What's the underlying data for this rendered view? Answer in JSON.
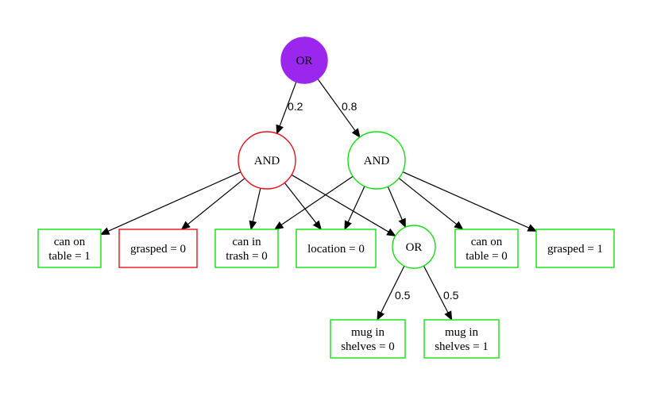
{
  "colors": {
    "purple_fill": "#9b27ee",
    "red_stroke": "#e8101a",
    "green_stroke": "#10e010",
    "edge": "#000000"
  },
  "nodes": {
    "root_or": {
      "lines": [
        "OR"
      ],
      "shape": "circle",
      "style": "purple"
    },
    "and_left": {
      "lines": [
        "AND"
      ],
      "shape": "circle",
      "style": "red"
    },
    "and_right": {
      "lines": [
        "AND"
      ],
      "shape": "circle",
      "style": "green"
    },
    "or_mid": {
      "lines": [
        "OR"
      ],
      "shape": "circle",
      "style": "green"
    },
    "can_on_table_1": {
      "lines": [
        "can on",
        "table = 1"
      ],
      "shape": "box",
      "style": "green"
    },
    "grasped_0": {
      "lines": [
        "grasped = 0"
      ],
      "shape": "box",
      "style": "red"
    },
    "can_in_trash_0": {
      "lines": [
        "can in",
        "trash = 0"
      ],
      "shape": "box",
      "style": "green"
    },
    "location_0": {
      "lines": [
        "location = 0"
      ],
      "shape": "box",
      "style": "green"
    },
    "can_on_table_0": {
      "lines": [
        "can on",
        "table = 0"
      ],
      "shape": "box",
      "style": "green"
    },
    "grasped_1": {
      "lines": [
        "grasped = 1"
      ],
      "shape": "box",
      "style": "green"
    },
    "mug_in_shelves_0": {
      "lines": [
        "mug in",
        "shelves = 0"
      ],
      "shape": "box",
      "style": "green"
    },
    "mug_in_shelves_1": {
      "lines": [
        "mug in",
        "shelves = 1"
      ],
      "shape": "box",
      "style": "green"
    }
  },
  "edges": [
    {
      "from": "root_or",
      "to": "and_left",
      "label": "0.2"
    },
    {
      "from": "root_or",
      "to": "and_right",
      "label": "0.8"
    },
    {
      "from": "and_left",
      "to": "can_on_table_1",
      "label": ""
    },
    {
      "from": "and_left",
      "to": "grasped_0",
      "label": ""
    },
    {
      "from": "and_left",
      "to": "can_in_trash_0",
      "label": ""
    },
    {
      "from": "and_left",
      "to": "location_0",
      "label": ""
    },
    {
      "from": "and_left",
      "to": "or_mid",
      "label": ""
    },
    {
      "from": "and_right",
      "to": "can_in_trash_0",
      "label": ""
    },
    {
      "from": "and_right",
      "to": "location_0",
      "label": ""
    },
    {
      "from": "and_right",
      "to": "or_mid",
      "label": ""
    },
    {
      "from": "and_right",
      "to": "can_on_table_0",
      "label": ""
    },
    {
      "from": "and_right",
      "to": "grasped_1",
      "label": ""
    },
    {
      "from": "or_mid",
      "to": "mug_in_shelves_0",
      "label": "0.5"
    },
    {
      "from": "or_mid",
      "to": "mug_in_shelves_1",
      "label": "0.5"
    }
  ]
}
